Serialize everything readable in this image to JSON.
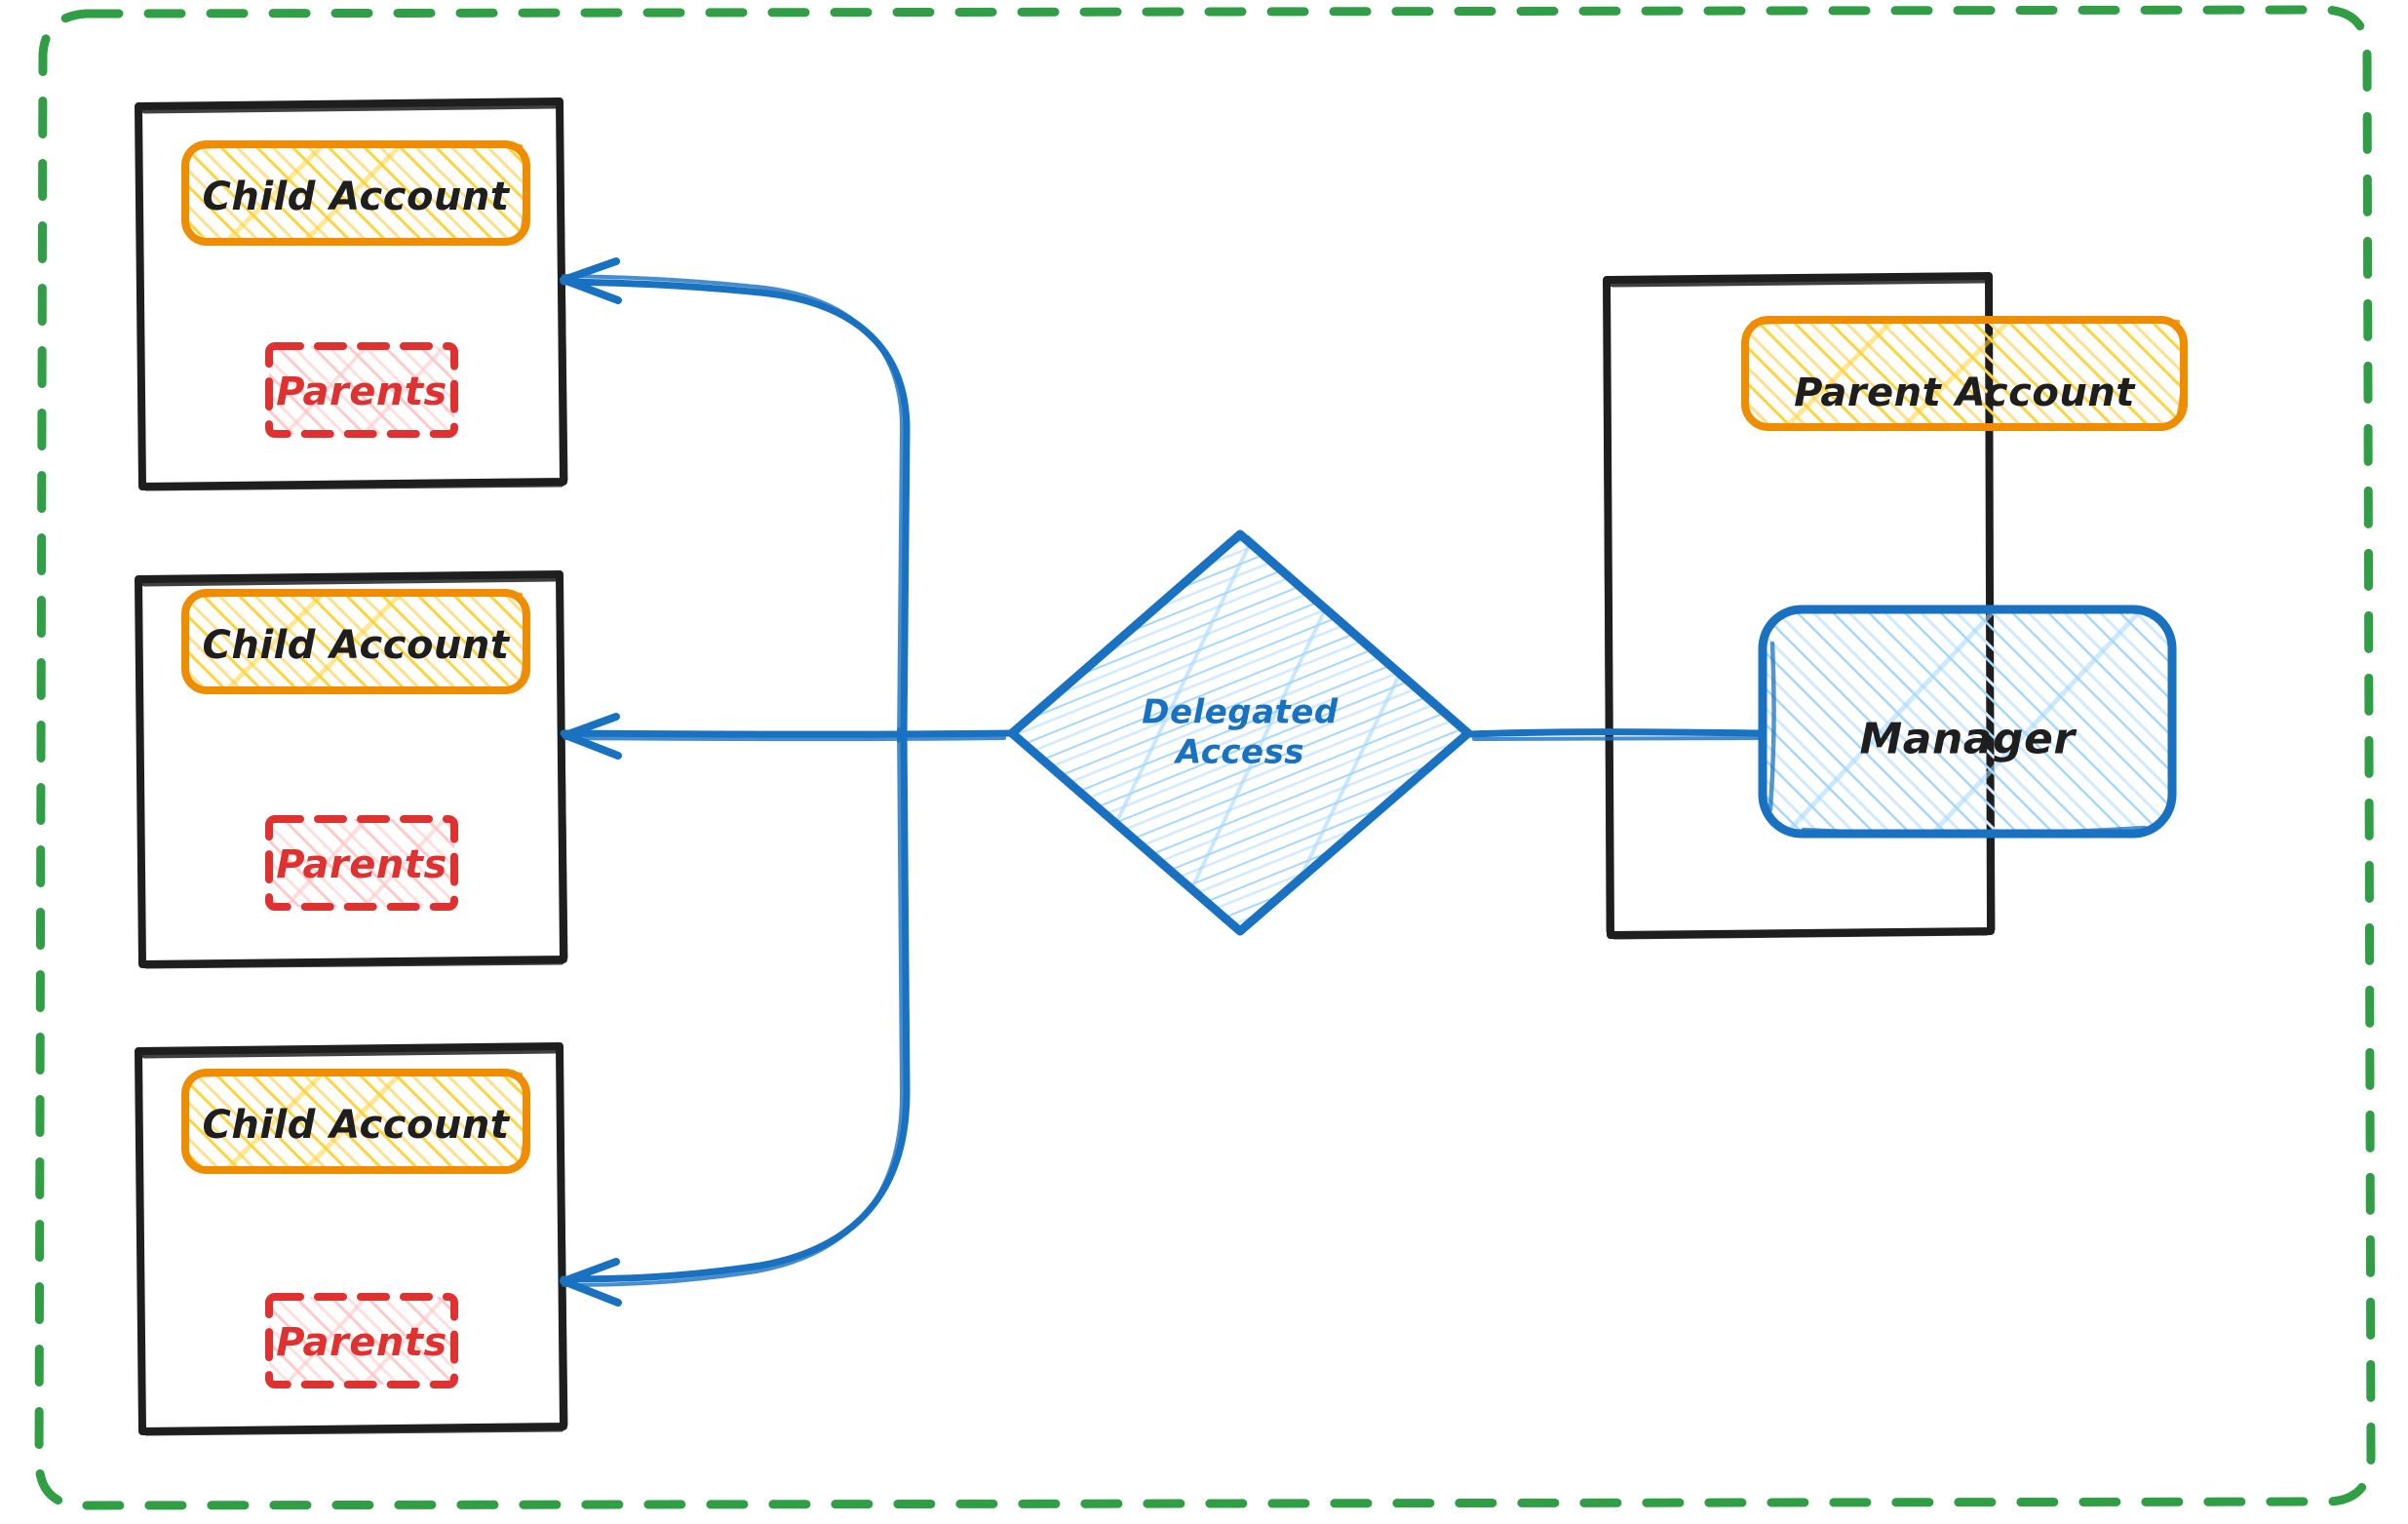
{
  "diagram": {
    "title": "Delegated Access between Parent Account Manager and Child Accounts",
    "boundary": {
      "name": "organization-boundary",
      "style": "dashed",
      "color": "#2f9e44"
    },
    "colors": {
      "boundary_green": "#2f9e44",
      "container_black": "#1e1e1e",
      "account_orange_stroke": "#f08c00",
      "account_yellow_fill": "#ffd43b",
      "parents_red_stroke": "#e03131",
      "parents_red_fill": "#ffc9c9",
      "blue_stroke": "#1971c2",
      "blue_fill": "#a5d8ff",
      "background": "#ffffff"
    },
    "child_accounts": [
      {
        "container": "child-account-container-1",
        "account_label": "Child Account",
        "parents_label": "Parents"
      },
      {
        "container": "child-account-container-2",
        "account_label": "Child Account",
        "parents_label": "Parents"
      },
      {
        "container": "child-account-container-3",
        "account_label": "Child Account",
        "parents_label": "Parents"
      }
    ],
    "parent_account_container": {
      "container": "parent-account-container",
      "account_label": "Parent Account",
      "manager_label": "Manager"
    },
    "delegated_node": {
      "shape": "diamond",
      "label_line1": "Delegated",
      "label_line2": "Access",
      "label": "Delegated\nAccess"
    },
    "edges": [
      {
        "name": "edge-delegated-to-child-1",
        "from": "Delegated Access",
        "to": "Child Account 1",
        "arrow": "end",
        "color": "#1971c2"
      },
      {
        "name": "edge-delegated-to-child-2",
        "from": "Delegated Access",
        "to": "Child Account 2",
        "arrow": "end",
        "color": "#1971c2"
      },
      {
        "name": "edge-delegated-to-child-3",
        "from": "Delegated Access",
        "to": "Child Account 3",
        "arrow": "end",
        "color": "#1971c2"
      },
      {
        "name": "edge-manager-to-delegated",
        "from": "Manager",
        "to": "Delegated Access",
        "arrow": "none",
        "color": "#1971c2"
      }
    ]
  }
}
